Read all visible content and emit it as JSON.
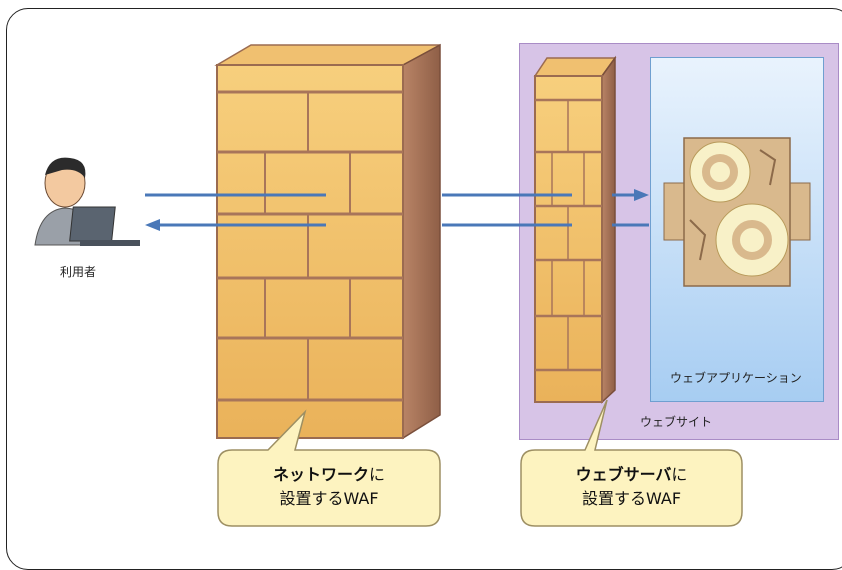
{
  "labels": {
    "user": "利用者",
    "website": "ウェブサイト",
    "web_app": "ウェブアプリケーション"
  },
  "callouts": {
    "network": {
      "bold": "ネットワーク",
      "suffix": "に",
      "line2": "設置するWAF"
    },
    "server": {
      "bold": "ウェブサーバ",
      "suffix": "に",
      "line2": "設置するWAF"
    }
  },
  "colors": {
    "brick_face": "#f5c46b",
    "brick_side": "#a8755a",
    "website_bg": "#d7c4e7",
    "app_bg": "#a7cdf2",
    "arrow": "#4a78b8",
    "callout_bg": "#fdf3c0"
  }
}
